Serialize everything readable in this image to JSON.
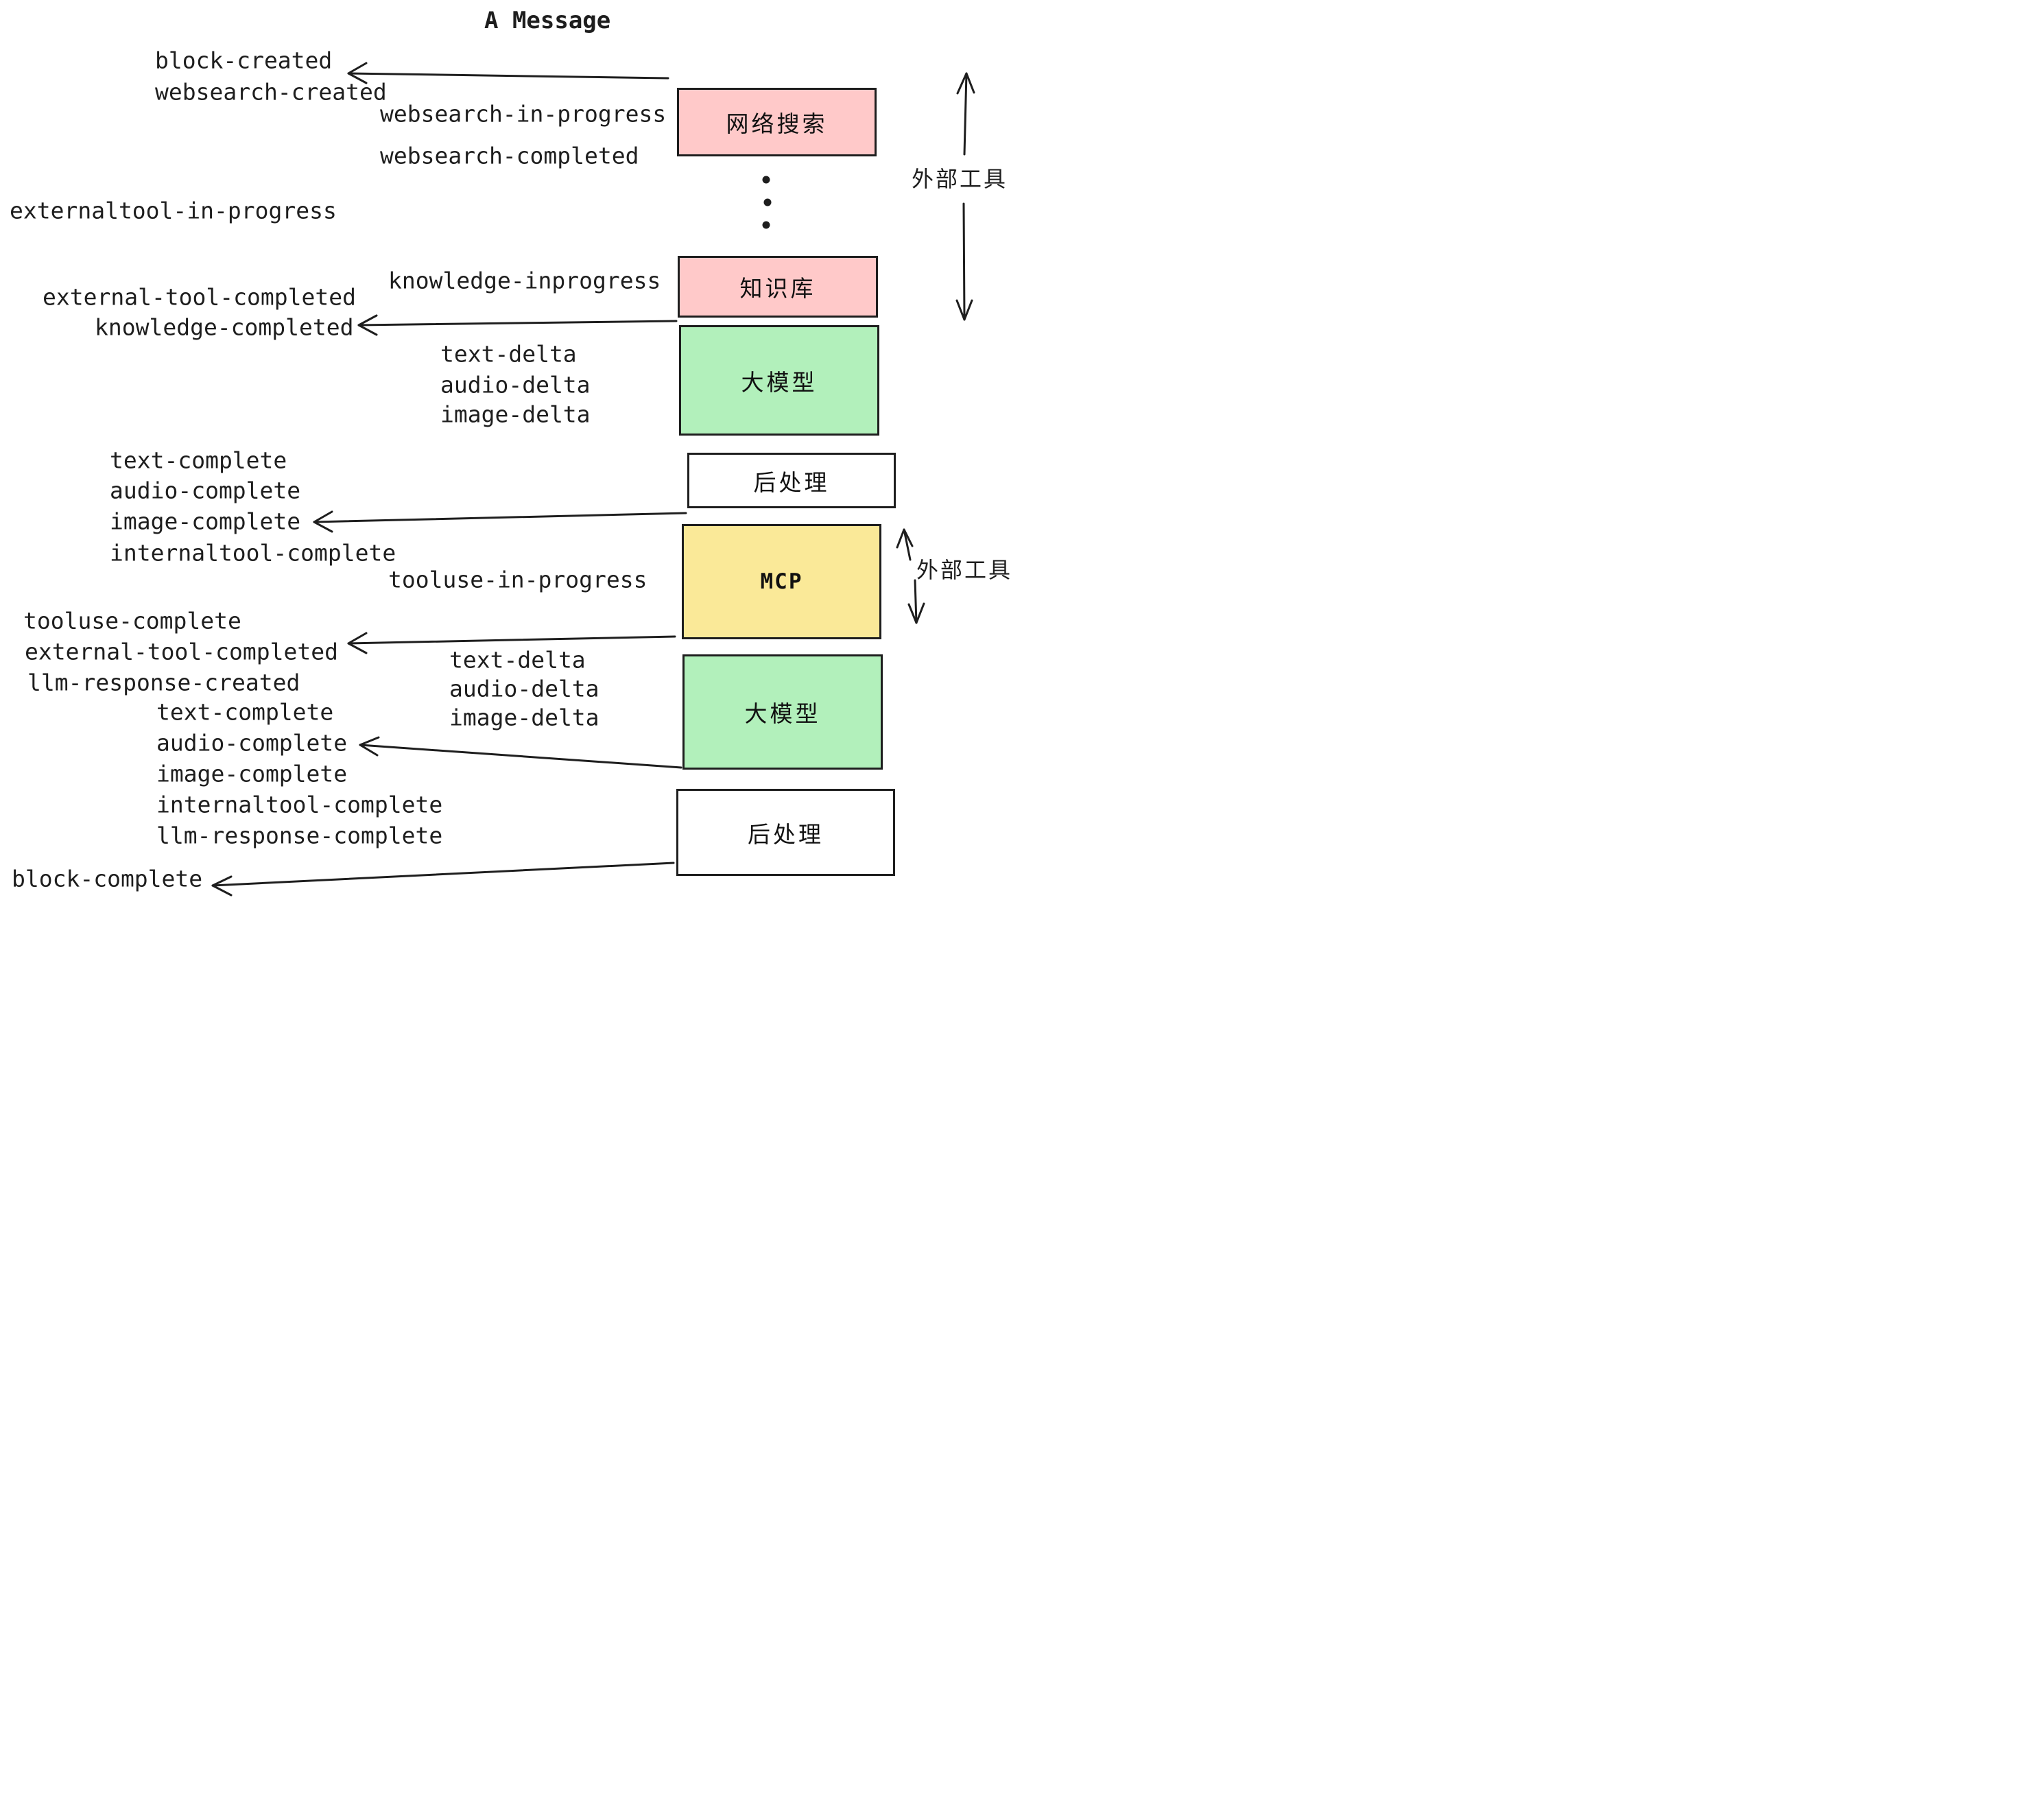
{
  "title": "A Message",
  "events": {
    "block_created": "block-created",
    "websearch_created": "websearch-created",
    "websearch_in_progress": "websearch-in-progress",
    "websearch_completed": "websearch-completed",
    "externaltool_in_progress": "externaltool-in-progress",
    "knowledge_inprogress": "knowledge-inprogress",
    "external_tool_completed_1": "external-tool-completed",
    "knowledge_completed": "knowledge-completed",
    "text_delta_1": "text-delta",
    "audio_delta_1": "audio-delta",
    "image_delta_1": "image-delta",
    "text_complete_1": "text-complete",
    "audio_complete_1": "audio-complete",
    "image_complete_1": "image-complete",
    "internaltool_complete_1": "internaltool-complete",
    "tooluse_in_progress": "tooluse-in-progress",
    "tooluse_complete": "tooluse-complete",
    "external_tool_completed_2": "external-tool-completed",
    "llm_response_created": "llm-response-created",
    "text_complete_2": "text-complete",
    "audio_complete_2": "audio-complete",
    "image_complete_2": "image-complete",
    "internaltool_complete_2": "internaltool-complete",
    "llm_response_complete": "llm-response-complete",
    "block_complete": "block-complete",
    "text_delta_2": "text-delta",
    "audio_delta_2": "audio-delta",
    "image_delta_2": "image-delta"
  },
  "boxes": [
    {
      "label": "网络搜索",
      "fill": "#ffc9c9"
    },
    {
      "label": "知识库",
      "fill": "#ffc9c9"
    },
    {
      "label": "大模型",
      "fill": "#b2f0bb"
    },
    {
      "label": "后处理",
      "fill": "#ffffff"
    },
    {
      "label": "MCP",
      "fill": "#fae998"
    },
    {
      "label": "大模型",
      "fill": "#b2f0bb"
    },
    {
      "label": "后处理",
      "fill": "#ffffff"
    }
  ],
  "annotations": {
    "external_tools_top": "外部工具",
    "external_tools_mid": "外部工具"
  },
  "colors": {
    "stroke": "#1e1e1e",
    "pink": "#ffc9c9",
    "green": "#b2f0bb",
    "yellow": "#fae998",
    "white": "#ffffff"
  }
}
